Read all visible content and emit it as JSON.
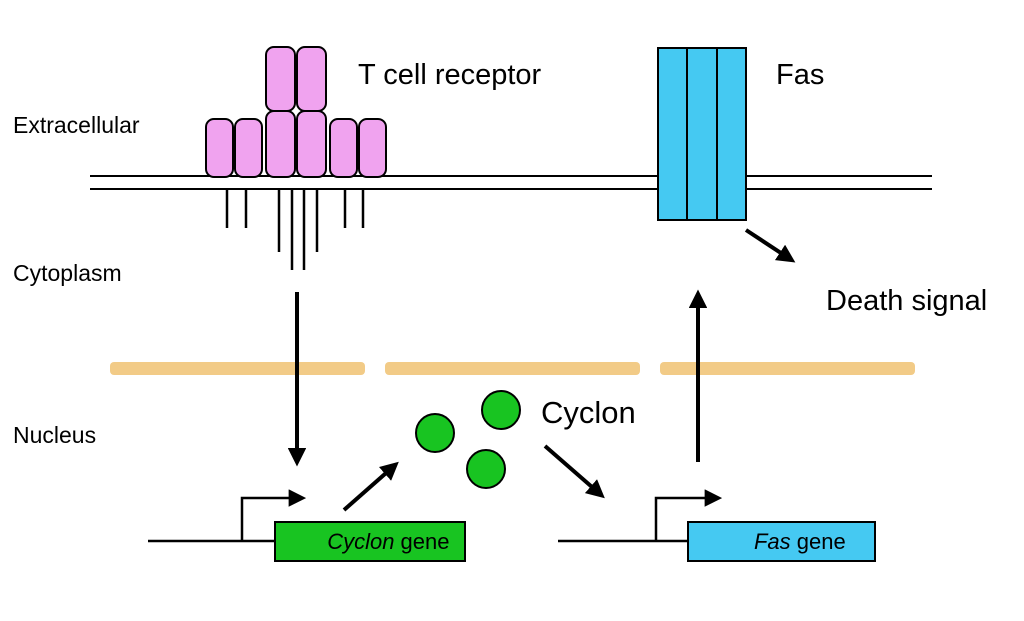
{
  "diagram": {
    "region_labels": {
      "extracellular": "Extracellular",
      "cytoplasm": "Cytoplasm",
      "nucleus": "Nucleus"
    },
    "receptors": {
      "t_cell_receptor": "T cell receptor",
      "fas": "Fas"
    },
    "annotations": {
      "death_signal": "Death signal",
      "cyclon_protein": "Cyclon"
    },
    "genes": {
      "cyclon_name": "Cyclon",
      "cyclon_suffix": " gene",
      "fas_name": "Fas",
      "fas_suffix": " gene"
    },
    "colors": {
      "receptor_pink": "#F0A3EF",
      "fas_blue": "#45C9F2",
      "green": "#18C421",
      "nuclear_membrane": "#F2CB87",
      "outline": "#000000"
    }
  }
}
